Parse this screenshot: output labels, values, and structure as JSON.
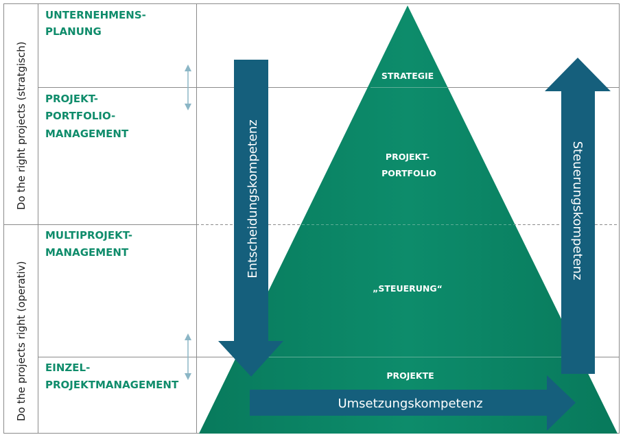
{
  "side_labels": {
    "strategic": "Do the right projects (stratgisch)",
    "operative": "Do the projects right (operativ)"
  },
  "rows": [
    {
      "line1": "UNTERNEHMENS-",
      "line2": "PLANUNG",
      "line3": ""
    },
    {
      "line1": "PROJEKT-",
      "line2": "PORTFOLIO-",
      "line3": "MANAGEMENT"
    },
    {
      "line1": "MULTIPROJEKT-",
      "line2": "MANAGEMENT",
      "line3": ""
    },
    {
      "line1": "EINZEL-",
      "line2": "PROJEKTMANAGEMENT",
      "line3": ""
    }
  ],
  "pyramid_levels": {
    "strategie": "STRATEGIE",
    "portfolio_line1": "PROJEKT-",
    "portfolio_line2": "PORTFOLIO",
    "steuerung": "„STEUERUNG“",
    "projekte": "PROJEKTE"
  },
  "arrows": {
    "down": "Entscheidungskompetenz",
    "up": "Steuerungskompetenz",
    "right": "Umsetzungskompetenz"
  },
  "colors": {
    "pyramid": "#0d8c6b",
    "pyramid_dark": "#087a5c",
    "arrow": "#155f7c",
    "label_green": "#0f8c6b",
    "grid": "#9a9a9a",
    "small_arrow": "#8bb6c6"
  }
}
